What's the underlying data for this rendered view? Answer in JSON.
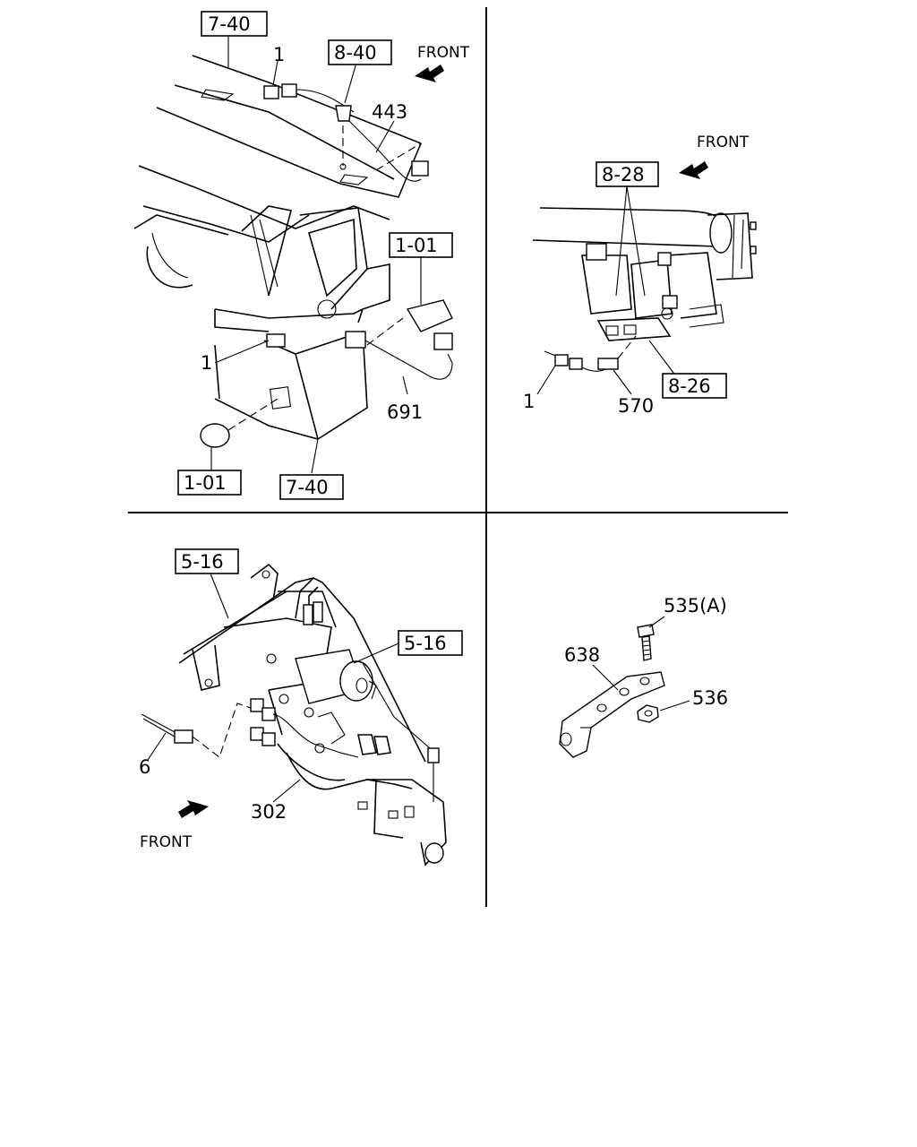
{
  "quadrants": {
    "top_left": {
      "refs": {
        "r1": "7-40",
        "r2": "8-40",
        "r3": "1-01",
        "r4": "1-01",
        "r5": "7-40"
      },
      "parts": {
        "p1": "1",
        "p2": "443",
        "p3": "1",
        "p4": "691"
      },
      "front": "FRONT"
    },
    "top_right": {
      "refs": {
        "r1": "8-28",
        "r2": "8-26"
      },
      "parts": {
        "p1": "1",
        "p2": "570"
      },
      "front": "FRONT"
    },
    "bottom_left": {
      "refs": {
        "r1": "5-16",
        "r2": "5-16"
      },
      "parts": {
        "p1": "6",
        "p2": "302"
      },
      "front": "FRONT"
    },
    "bottom_right": {
      "parts": {
        "p1": "535(A)",
        "p2": "638",
        "p3": "536"
      }
    }
  }
}
